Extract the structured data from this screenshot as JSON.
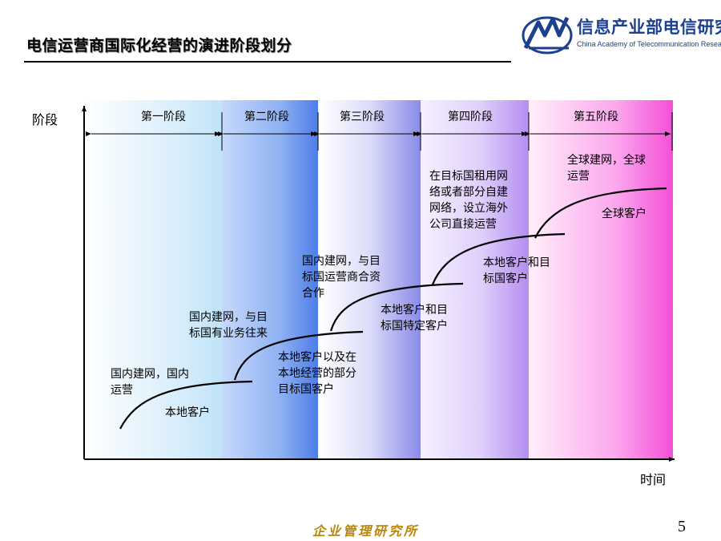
{
  "title": "电信运营商国际化经营的演进阶段划分",
  "logo": {
    "cn": "信息产业部电信研究院",
    "en": "China Academy of Telecommunication Research"
  },
  "y_axis_label": "阶段",
  "x_axis_label": "时间",
  "stages": [
    "第一阶段",
    "第二阶段",
    "第三阶段",
    "第四阶段",
    "第五阶段"
  ],
  "annotations": {
    "s1_model": [
      "国内建网，国内",
      "运营"
    ],
    "s1_customer": [
      "本地客户"
    ],
    "s2_model": [
      "国内建网，与目",
      "标国有业务往来"
    ],
    "s2_customer": [
      "本地客户以及在",
      "本地经营的部分",
      "目标国客户"
    ],
    "s3_model": [
      "国内建网，与目",
      "标国运营商合资",
      "合作"
    ],
    "s3_customer": [
      "本地客户和目",
      "标国特定客户"
    ],
    "s4_model": [
      "在目标国租用网",
      "络或者部分自建",
      "网络，设立海外",
      "公司直接运营"
    ],
    "s4_customer": [
      "本地客户和目",
      "标国客户"
    ],
    "s5_model": [
      "全球建网，全球",
      "运营"
    ],
    "s5_customer": [
      "全球客户"
    ]
  },
  "footer": "企业管理研究所",
  "page_number": "5",
  "colors": {
    "logo_blue": "#1d3f8f",
    "footer_gold": "#b8860b"
  }
}
